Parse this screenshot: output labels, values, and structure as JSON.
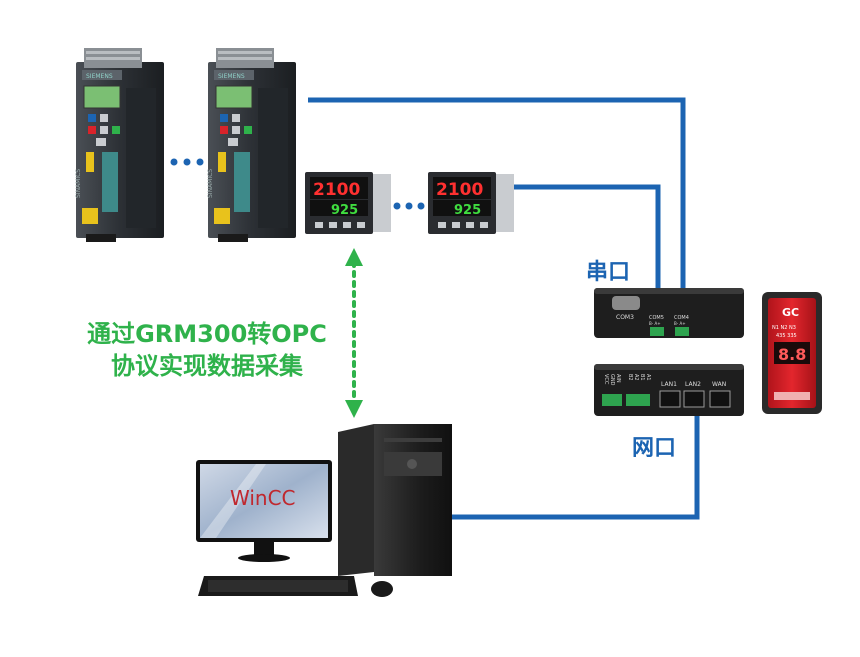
{
  "caption": {
    "line1": "通过GRM300转OPC",
    "line2": "协议实现数据采集"
  },
  "labels": {
    "serial": "串口",
    "network": "网口"
  },
  "inverter": {
    "brand": "SIEMENS",
    "vertical_text": "SINAMICS"
  },
  "controller": {
    "pv_value": "2100",
    "sv_value": "925"
  },
  "gateway": {
    "port_com3": "COM3",
    "port_com5": "COM5",
    "port_com4": "COM4",
    "pin_b_a": "B- A+",
    "pin_vcc": "VCC",
    "pin_gnd": "GND",
    "pin_ain": "AIN",
    "pin_b2": "B2",
    "pin_a2": "A2",
    "pin_b1": "B1",
    "pin_a1": "A1",
    "port_lan1": "LAN1",
    "port_lan2": "LAN2",
    "port_wan": "WAN"
  },
  "module": {
    "logo": "GC",
    "leds": "N1 N2 N3",
    "leds2": "435  335",
    "display": "8.8"
  },
  "monitor": {
    "software": "WinCC"
  },
  "colors": {
    "wire": "#1c64b2",
    "dotted_link": "#2fb24b",
    "caption": "#2fb24b",
    "device_dark": "#2b2b2b",
    "module_red": "#d8232a"
  }
}
